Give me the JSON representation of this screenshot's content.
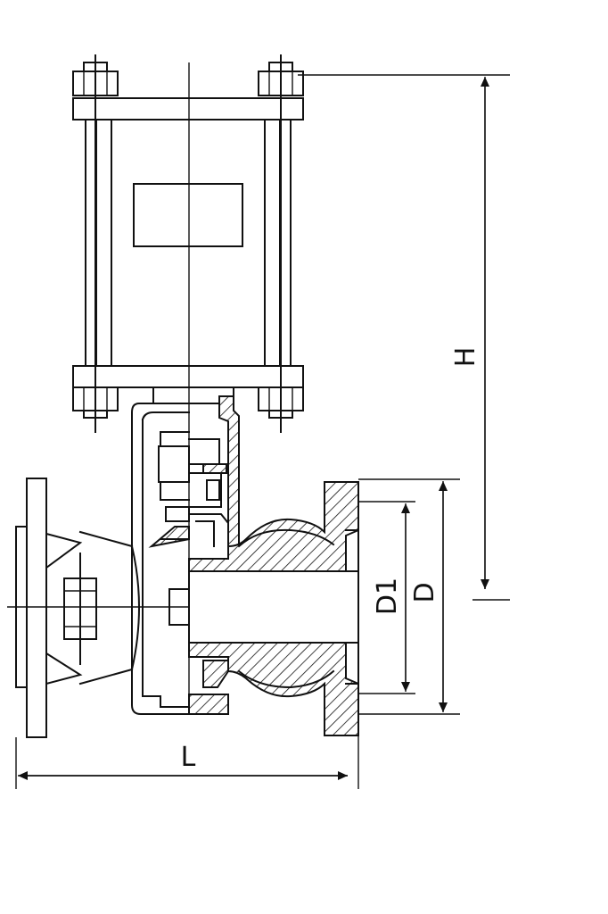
{
  "dimensions": {
    "height_label": "H",
    "length_label": "L",
    "inner_diameter_label": "D1",
    "outer_diameter_label": "D"
  },
  "colors": {
    "line": "#111111",
    "background": "#ffffff"
  }
}
